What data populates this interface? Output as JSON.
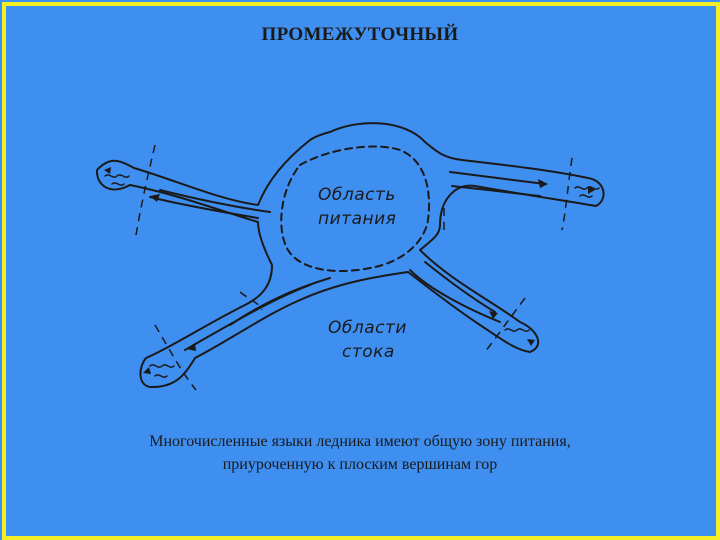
{
  "title": "ПРОМЕЖУТОЧНЫЙ",
  "diagram": {
    "accumulation_label": [
      "Область",
      "питания"
    ],
    "ablation_label": [
      "Области",
      "стока"
    ]
  },
  "caption": {
    "line1": "Многочисленные языки ледника имеют общую зону питания,",
    "line2": "приуроченную к плоским вершинам гор"
  },
  "colors": {
    "background": "#3f8ff0",
    "frame": "#f3ef24",
    "ink": "#1a1a1a"
  }
}
